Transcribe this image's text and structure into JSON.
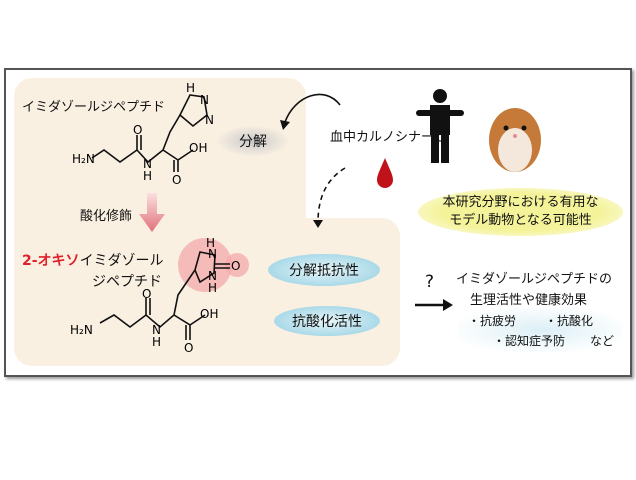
{
  "labels": {
    "dipeptide": "イミダゾールジペプチド",
    "degradation": "分解",
    "carnosinase": "血中カルノシナーゼ",
    "oxidation": "酸化修飾",
    "oxo_prefix": "2-オキソ",
    "oxo_rest": "イミダゾール",
    "oxo_line2": "ジペプチド",
    "resistance": "分解抵抗性",
    "antioxidant": "抗酸化活性",
    "model_line1": "本研究分野における有用な",
    "model_line2": "モデル動物となる可能性",
    "question": "?",
    "effects_line1": "イミダゾールジペプチドの",
    "effects_line2": "生理活性や健康効果",
    "bullet1": "・抗疲労",
    "bullet2": "・抗酸化",
    "bullet3": "・認知症予防",
    "etc": "など"
  },
  "chem": {
    "h2n": "H2N",
    "nh": "N",
    "h": "H",
    "o": "O",
    "oh": "OH"
  },
  "colors": {
    "accent_red": "#e0202a",
    "beige": "#faf0e2",
    "blue": "#8fcde0",
    "yellow": "#f4f39a"
  }
}
